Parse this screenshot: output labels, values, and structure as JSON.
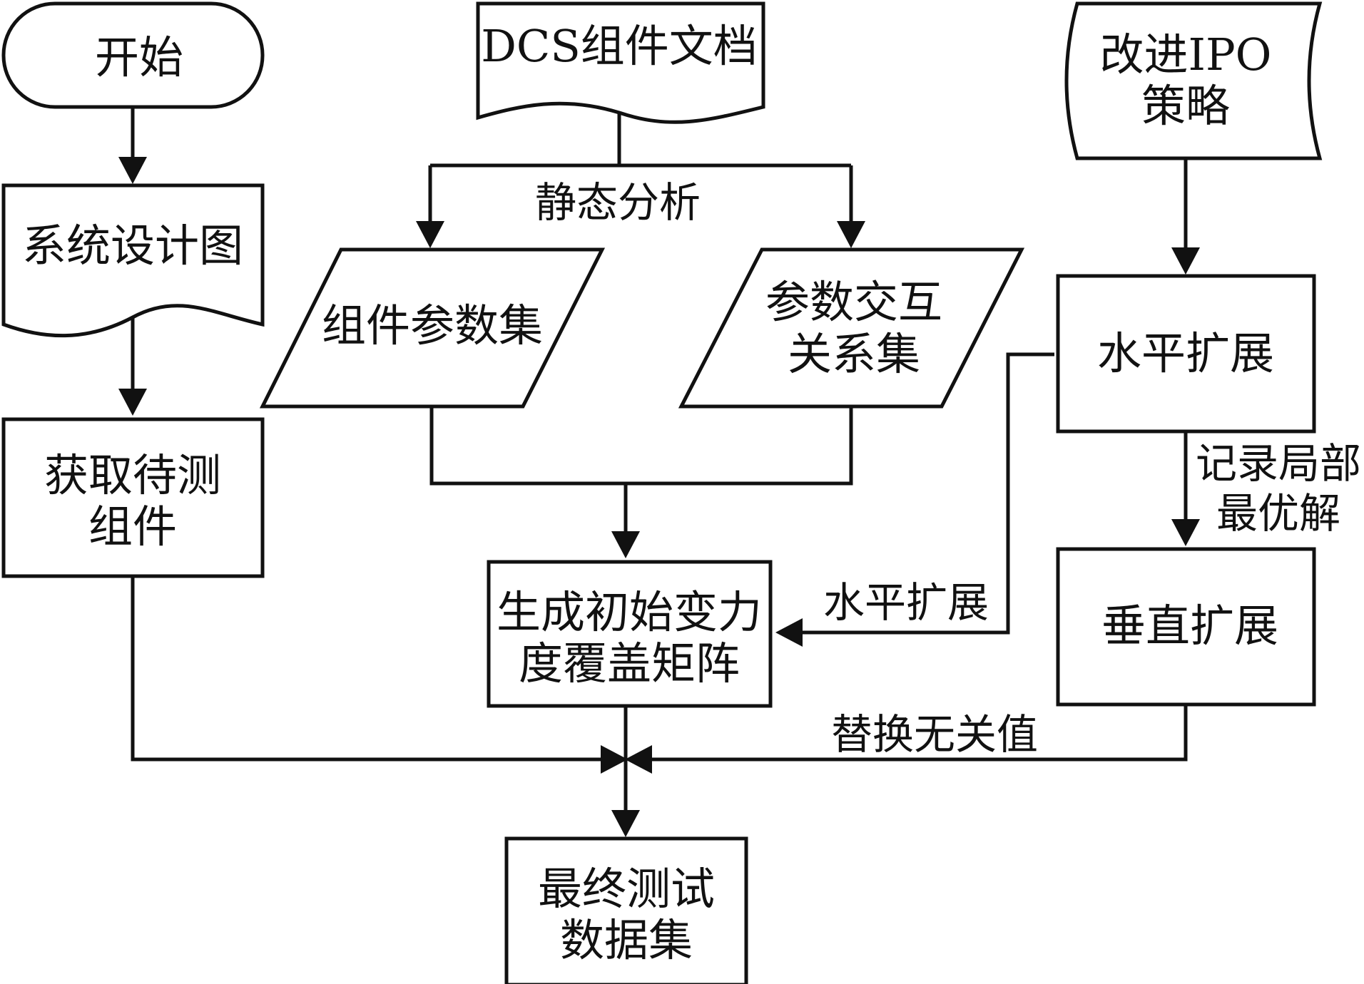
{
  "nodes": {
    "start": {
      "lines": [
        "开始"
      ]
    },
    "dcs_doc": {
      "lines": [
        "DCS组件文档"
      ]
    },
    "ipo_strategy": {
      "lines": [
        "改进IPO",
        "策略"
      ]
    },
    "system_design": {
      "lines": [
        "系统设计图"
      ]
    },
    "component_params": {
      "lines": [
        "组件参数集"
      ]
    },
    "param_interaction": {
      "lines": [
        "参数交互",
        "关系集"
      ]
    },
    "horizontal_expand": {
      "lines": [
        "水平扩展"
      ]
    },
    "get_components": {
      "lines": [
        "获取待测",
        "组件"
      ]
    },
    "initial_matrix": {
      "lines": [
        "生成初始变力",
        "度覆盖矩阵"
      ]
    },
    "vertical_expand": {
      "lines": [
        "垂直扩展"
      ]
    },
    "final_dataset": {
      "lines": [
        "最终测试",
        "数据集"
      ]
    }
  },
  "edge_labels": {
    "static_analysis": {
      "lines": [
        "静态分析"
      ]
    },
    "horizontal_expand_edge": {
      "lines": [
        "水平扩展"
      ]
    },
    "record_local_best": {
      "lines": [
        "记录局部",
        "最优解"
      ]
    },
    "replace_irrelevant": {
      "lines": [
        "替换无关值"
      ]
    }
  }
}
